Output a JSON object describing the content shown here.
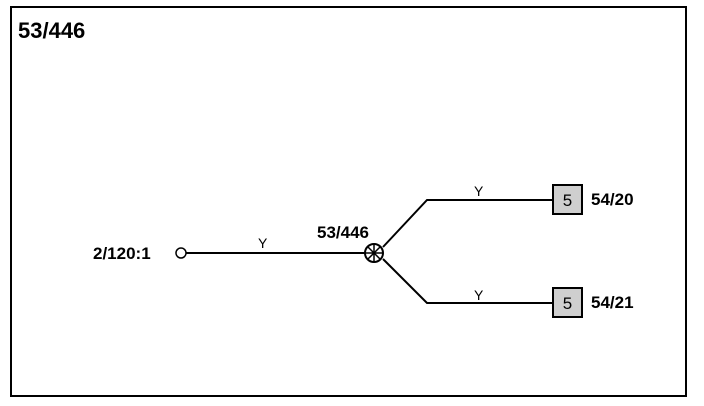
{
  "diagram": {
    "title": "53/446",
    "source_terminal": "2/120:1",
    "splice_label": "53/446",
    "wire_color_source": "Y",
    "wire_color_upper": "Y",
    "wire_color_lower": "Y",
    "upper_connector": {
      "pin": "5",
      "label": "54/20"
    },
    "lower_connector": {
      "pin": "5",
      "label": "54/21"
    }
  }
}
